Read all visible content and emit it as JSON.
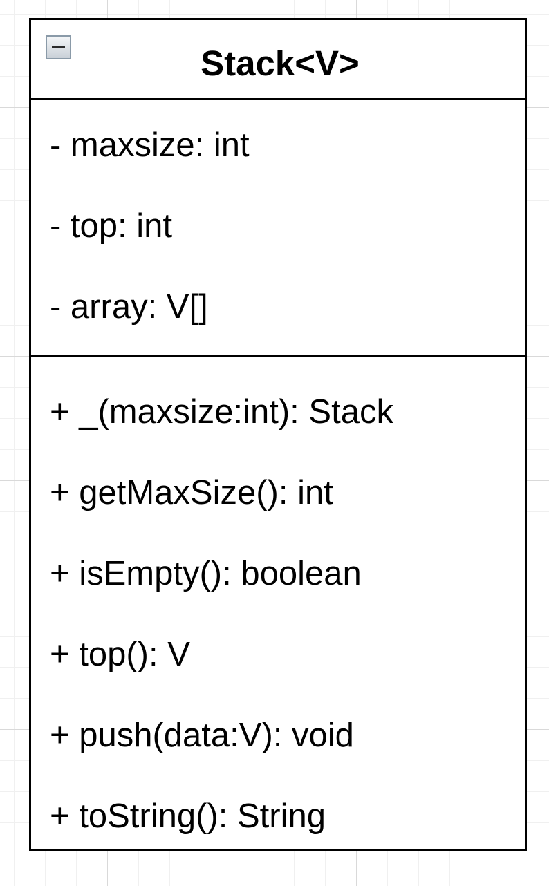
{
  "class": {
    "name": "Stack<V>",
    "attributes": [
      "- maxsize: int",
      "- top: int",
      "- array: V[]"
    ],
    "operations": [
      "+ _(maxsize:int): Stack",
      "+ getMaxSize(): int",
      "+ isEmpty(): boolean",
      "+ top(): V",
      "+ push(data:V): void",
      "+ toString(): String"
    ]
  },
  "colors": {
    "background": "#ffffff",
    "grid": "#d9d9d9",
    "border": "#000000",
    "toggle_border": "#8a9aa8"
  }
}
